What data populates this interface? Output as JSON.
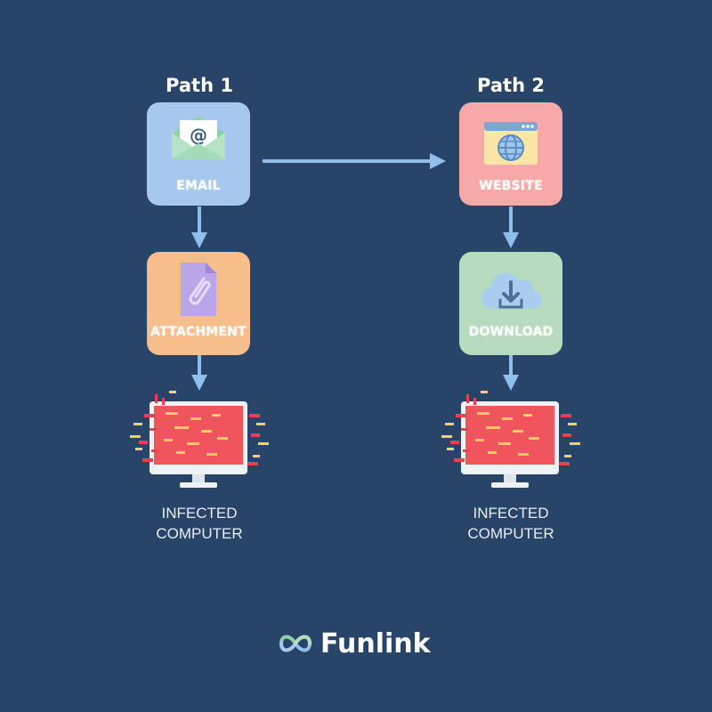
{
  "paths": [
    {
      "title": "Path 1",
      "steps": [
        {
          "label": "EMAIL",
          "icon": "envelope-icon",
          "color": "#a7c8ee"
        },
        {
          "label": "ATTACHMENT",
          "icon": "paperclip-document-icon",
          "color": "#f7bd8a"
        }
      ],
      "result": {
        "line1": "INFECTED",
        "line2": "COMPUTER",
        "icon": "infected-monitor-icon"
      }
    },
    {
      "title": "Path 2",
      "steps": [
        {
          "label": "WEBSITE",
          "icon": "browser-globe-icon",
          "color": "#f6a9a6"
        },
        {
          "label": "DOWNLOAD",
          "icon": "cloud-download-icon",
          "color": "#b6dbbe"
        }
      ],
      "result": {
        "line1": "INFECTED",
        "line2": "COMPUTER",
        "icon": "infected-monitor-icon"
      }
    }
  ],
  "brand": {
    "name": "Funlink",
    "icon": "infinity-logo-icon"
  },
  "colors": {
    "background": "#284468",
    "arrow": "#8fc0ec",
    "screen": "#f0555d"
  }
}
